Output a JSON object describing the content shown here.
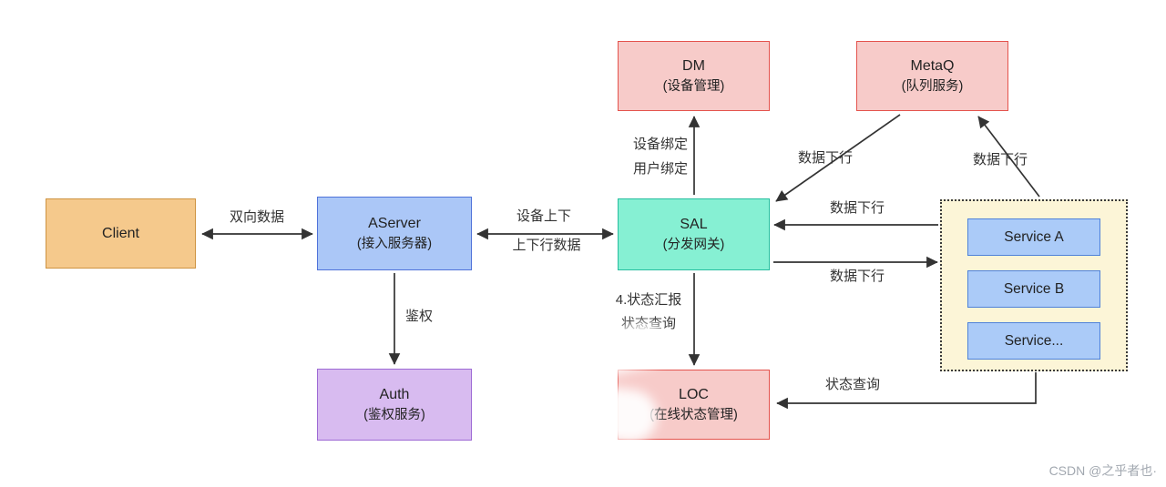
{
  "diagram": {
    "nodes": {
      "client": {
        "title": "Client"
      },
      "aserver": {
        "title": "AServer",
        "subtitle": "(接入服务器)"
      },
      "auth": {
        "title": "Auth",
        "subtitle": "(鉴权服务)"
      },
      "sal": {
        "title": "SAL",
        "subtitle": "(分发网关)"
      },
      "dm": {
        "title": "DM",
        "subtitle": "(设备管理)"
      },
      "metaq": {
        "title": "MetaQ",
        "subtitle": "(队列服务)"
      },
      "loc": {
        "title": "LOC",
        "subtitle": "(在线状态管理)"
      },
      "services": {
        "items": [
          "Service A",
          "Service B",
          "Service..."
        ]
      }
    },
    "edges": {
      "client_aserver": "双向数据",
      "aserver_sal_line1": "设备上下",
      "aserver_sal_line2": "上下行数据",
      "aserver_auth": "鉴权",
      "sal_dm_line1": "设备绑定",
      "sal_dm_line2": "用户绑定",
      "metaq_sal": "数据下行",
      "services_metaq": "数据下行",
      "services_sal": "数据下行",
      "sal_services": "数据下行",
      "sal_loc_line1": "4.状态汇报",
      "sal_loc_line2": "状态查询",
      "services_loc": "状态查询"
    },
    "colors": {
      "client_fill": "#F5C98C",
      "client_border": "#CE9342",
      "aserver_fill": "#ABC7F7",
      "aserver_border": "#4F72D9",
      "auth_fill": "#D8BBF0",
      "auth_border": "#9D6AD4",
      "sal_fill": "#86F0D3",
      "sal_border": "#27BEA0",
      "red_fill": "#F7CBC9",
      "red_border": "#E4534D",
      "services_fill": "#FCF5D7",
      "service_item_fill": "#ABCBF8",
      "service_item_border": "#4F82D9",
      "arrow": "#333333"
    },
    "watermark": "CSDN @之乎者也·"
  }
}
